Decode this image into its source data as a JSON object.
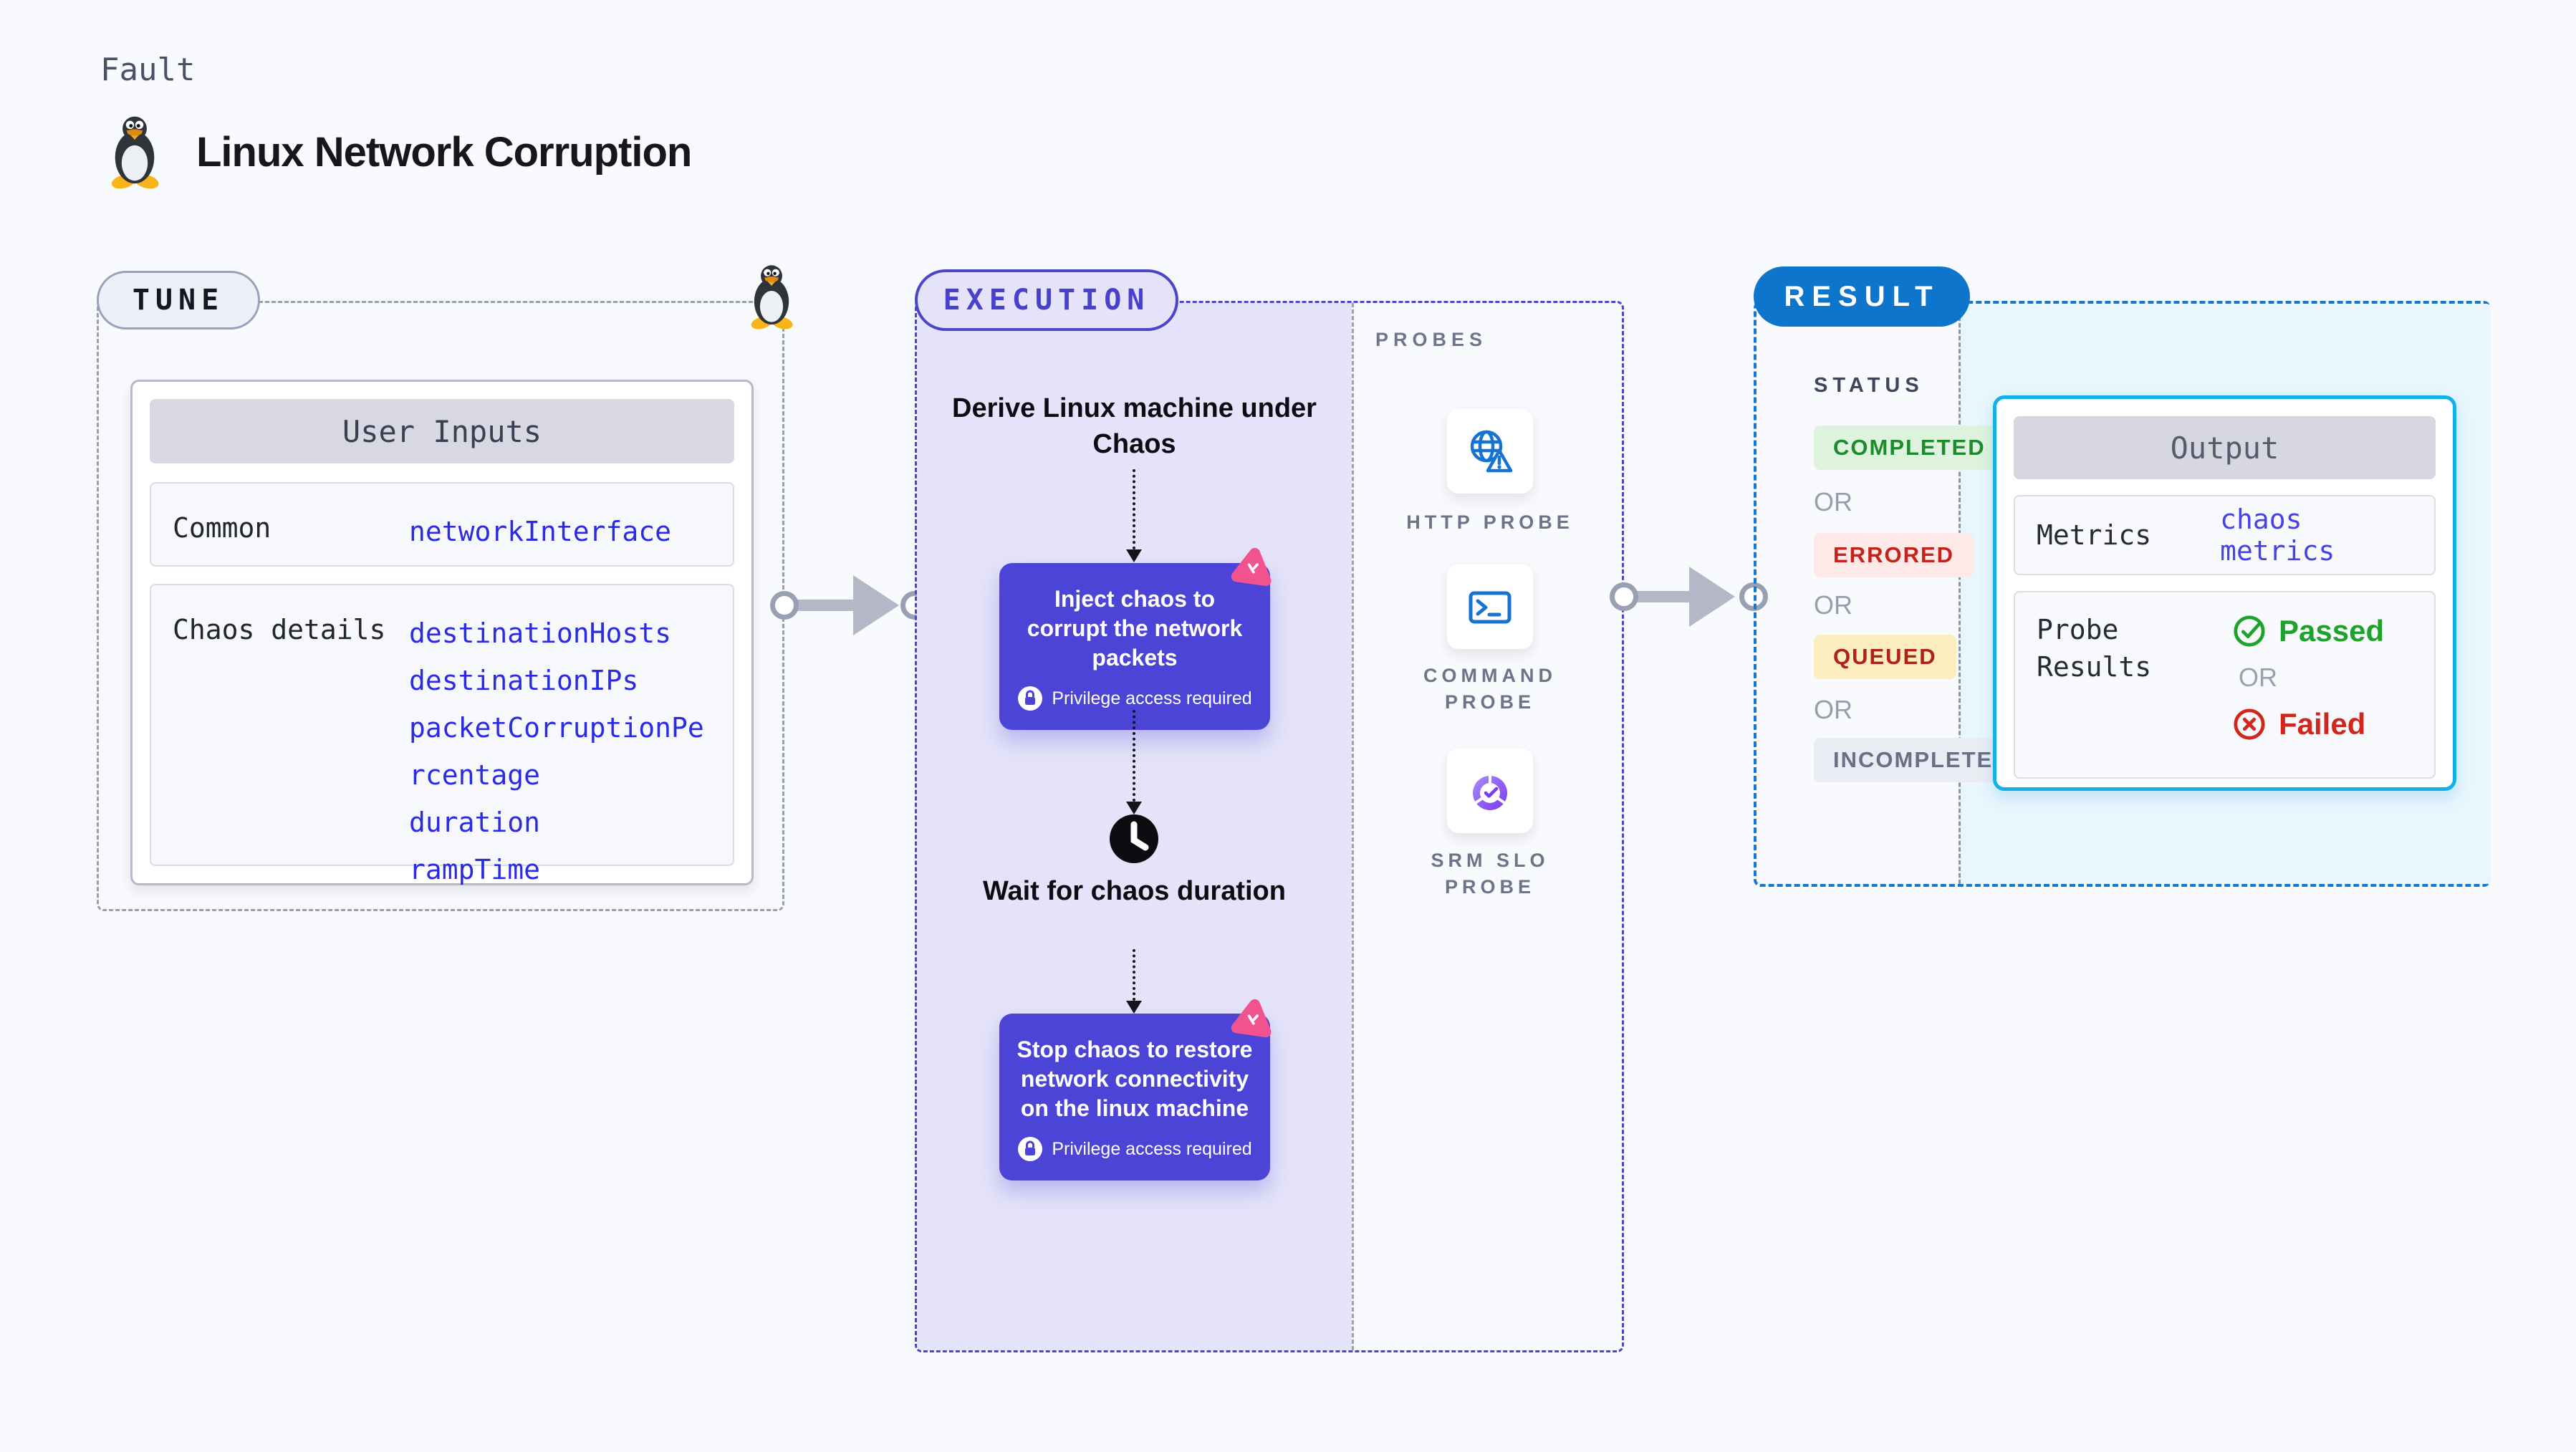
{
  "page": {
    "kind_label": "Fault",
    "title": "Linux Network Corruption"
  },
  "tune": {
    "badge": "TUNE",
    "table_title": "User Inputs",
    "rows": [
      {
        "label": "Common",
        "params": [
          "networkInterface"
        ]
      },
      {
        "label": "Chaos details",
        "params": [
          "destinationHosts",
          "destinationIPs",
          "packetCorruptionPercentage",
          "duration",
          "rampTime"
        ]
      }
    ]
  },
  "execution": {
    "badge": "EXECUTION",
    "steps": {
      "derive": "Derive Linux machine under Chaos",
      "inject": "Inject chaos to corrupt the network packets",
      "wait": "Wait for chaos duration",
      "stop": "Stop chaos to restore network connectivity on the linux machine"
    },
    "privilege_note": "Privilege access required"
  },
  "probes": {
    "heading": "PROBES",
    "items": [
      {
        "label": "HTTP PROBE",
        "icon": "globe-alert-icon"
      },
      {
        "label": "COMMAND PROBE",
        "icon": "terminal-icon"
      },
      {
        "label": "SRM SLO PROBE",
        "icon": "slo-donut-icon"
      }
    ]
  },
  "result": {
    "badge": "RESULT",
    "status_heading": "STATUS",
    "or_label": "OR",
    "statuses": [
      "COMPLETED",
      "ERRORED",
      "QUEUED",
      "INCOMPLETED"
    ],
    "output": {
      "title": "Output",
      "metrics_label": "Metrics",
      "metrics_value": "chaos metrics",
      "probe_results_label": "Probe Results",
      "passed": "Passed",
      "failed": "Failed"
    }
  },
  "colors": {
    "page_bg": "#f8fafd",
    "lavender_bg": "#e4e3f9",
    "execution_accent": "#4946c9",
    "chaos_card_purple": "#4b44d6",
    "result_accent": "#1478d0",
    "result_badge_bg": "#0d75cb",
    "output_border": "#13b1ea",
    "output_area_bg": "#e8f6fd",
    "code_link_blue": "#2b2be2",
    "passed_green": "#1ea32a",
    "failed_red": "#d1261b",
    "completed_green": "#1d8a2c",
    "errored_red": "#c3231b",
    "queued_amber_bg": "#fcedbe",
    "arrow_gray": "#b3b7c6",
    "pink_deco": "#f1538e"
  }
}
